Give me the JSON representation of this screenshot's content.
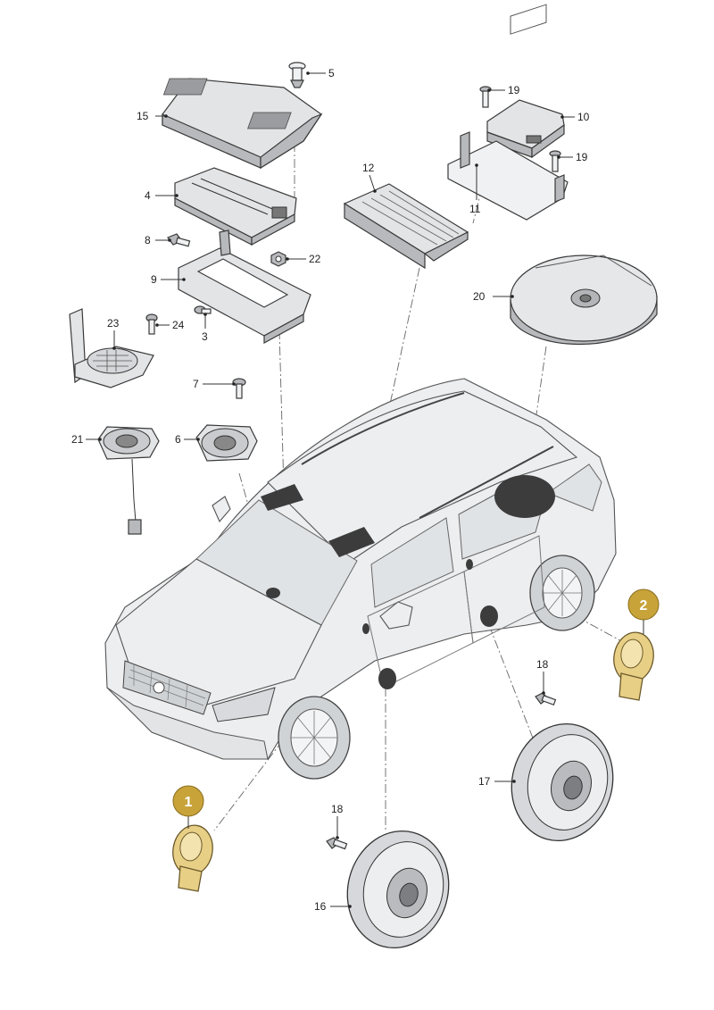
{
  "parts": [
    {
      "id": "p1",
      "label": "1",
      "highlight": true
    },
    {
      "id": "p2",
      "label": "2",
      "highlight": true
    },
    {
      "id": "p3",
      "label": "3"
    },
    {
      "id": "p4",
      "label": "4"
    },
    {
      "id": "p5",
      "label": "5"
    },
    {
      "id": "p6",
      "label": "6"
    },
    {
      "id": "p7",
      "label": "7"
    },
    {
      "id": "p8",
      "label": "8"
    },
    {
      "id": "p9",
      "label": "9"
    },
    {
      "id": "p10",
      "label": "10"
    },
    {
      "id": "p11",
      "label": "11"
    },
    {
      "id": "p12",
      "label": "12"
    },
    {
      "id": "p15",
      "label": "15"
    },
    {
      "id": "p16",
      "label": "16"
    },
    {
      "id": "p17",
      "label": "17"
    },
    {
      "id": "p18a",
      "label": "18"
    },
    {
      "id": "p18b",
      "label": "18"
    },
    {
      "id": "p19a",
      "label": "19"
    },
    {
      "id": "p19b",
      "label": "19"
    },
    {
      "id": "p20",
      "label": "20"
    },
    {
      "id": "p21",
      "label": "21"
    },
    {
      "id": "p22",
      "label": "22"
    },
    {
      "id": "p23",
      "label": "23"
    },
    {
      "id": "p24",
      "label": "24"
    }
  ],
  "colors": {
    "highlight_badge": "#c7a33a",
    "highlight_part": "#e8cf86",
    "line": "#333333"
  }
}
